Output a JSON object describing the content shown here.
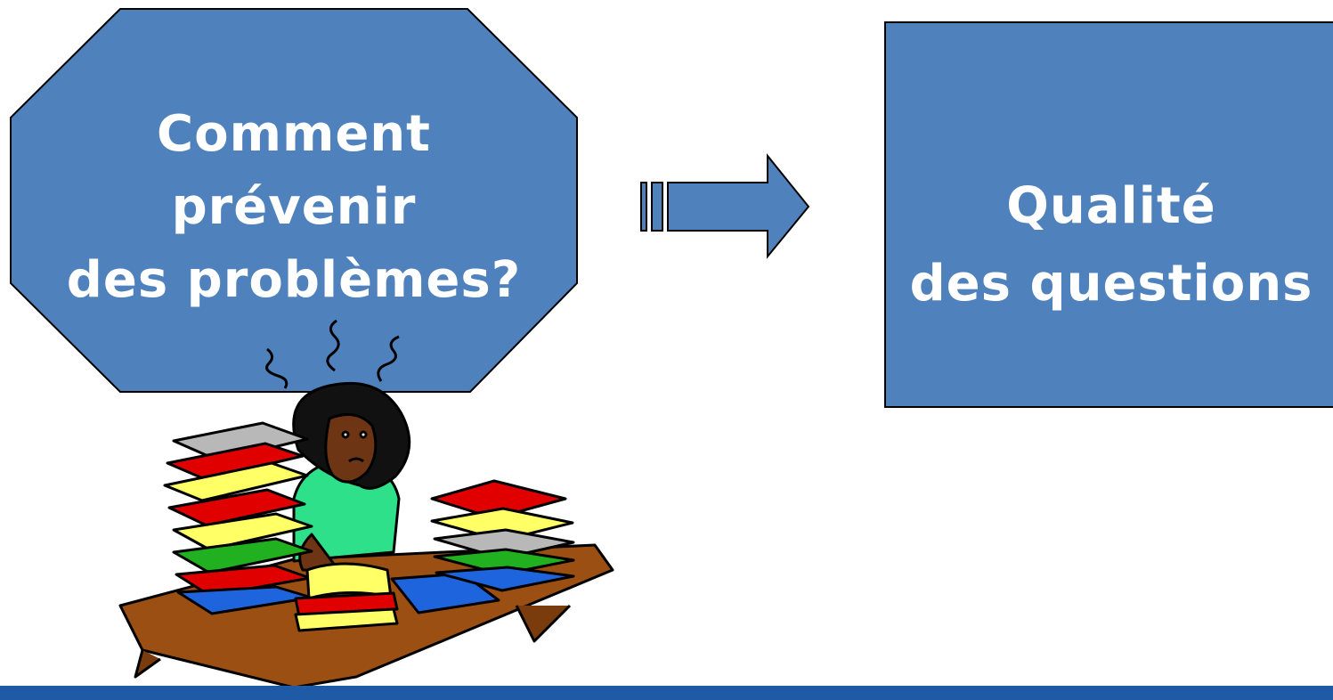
{
  "left_shape": {
    "lines": [
      "Comment",
      "prévenir",
      "des problèmes?"
    ]
  },
  "right_shape": {
    "lines": [
      "Qualité",
      "des questions"
    ]
  },
  "colors": {
    "shape_fill": "#4f81bd",
    "outline": "#000000",
    "footer_bar": "#1f5aa6",
    "text": "#ffffff"
  },
  "icons": [
    "striped-right-arrow",
    "stressed-woman-clipart"
  ]
}
